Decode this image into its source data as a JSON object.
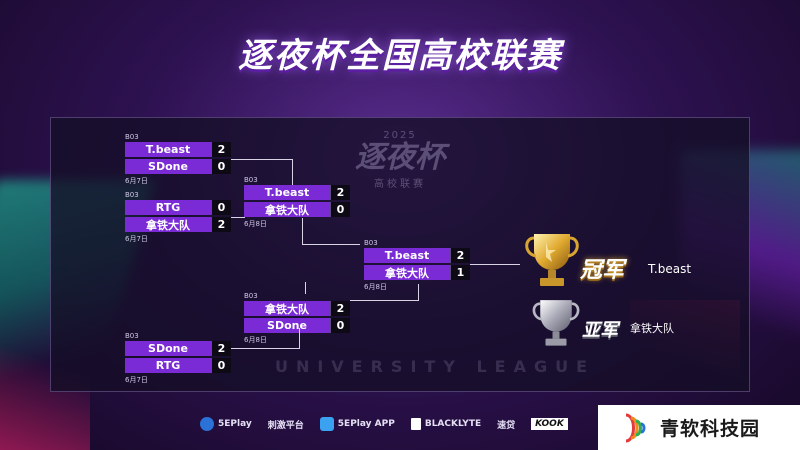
{
  "title": "逐夜杯全国高校联赛",
  "emblem": {
    "year": "2025",
    "main": "逐夜杯",
    "sub": "高校联赛"
  },
  "watermark": "UNIVERSITY LEAGUE",
  "matches": [
    {
      "bo": "B03",
      "date": "6月7日",
      "teams": [
        {
          "name": "T.beast",
          "score": "2"
        },
        {
          "name": "SDone",
          "score": "0"
        }
      ]
    },
    {
      "bo": "B03",
      "date": "6月7日",
      "teams": [
        {
          "name": "RTG",
          "score": "0"
        },
        {
          "name": "拿铁大队",
          "score": "2"
        }
      ]
    },
    {
      "bo": "B03",
      "date": "6月8日",
      "teams": [
        {
          "name": "T.beast",
          "score": "2"
        },
        {
          "name": "拿铁大队",
          "score": "0"
        }
      ]
    },
    {
      "bo": "B03",
      "date": "6月8日",
      "teams": [
        {
          "name": "T.beast",
          "score": "2"
        },
        {
          "name": "拿铁大队",
          "score": "1"
        }
      ]
    },
    {
      "bo": "B03",
      "date": "6月8日",
      "teams": [
        {
          "name": "拿铁大队",
          "score": "2"
        },
        {
          "name": "SDone",
          "score": "0"
        }
      ]
    },
    {
      "bo": "B03",
      "date": "6月7日",
      "teams": [
        {
          "name": "SDone",
          "score": "2"
        },
        {
          "name": "RTG",
          "score": "0"
        }
      ]
    }
  ],
  "results": {
    "champion": {
      "label": "冠军",
      "team": "T.beast"
    },
    "runner_up": {
      "label": "亚军",
      "team": "拿铁大队"
    }
  },
  "sponsors": [
    "5EPlay",
    "刺激平台",
    "5EPlay APP",
    "BLACKLYTE",
    "速贷",
    "KOOK"
  ],
  "brand": {
    "text": "青软科技园"
  },
  "colors": {
    "team_cell": "#7a2bd6",
    "score_cell": "#0d0a16",
    "gold": "#d9a531",
    "silver": "#b8b8c4"
  }
}
